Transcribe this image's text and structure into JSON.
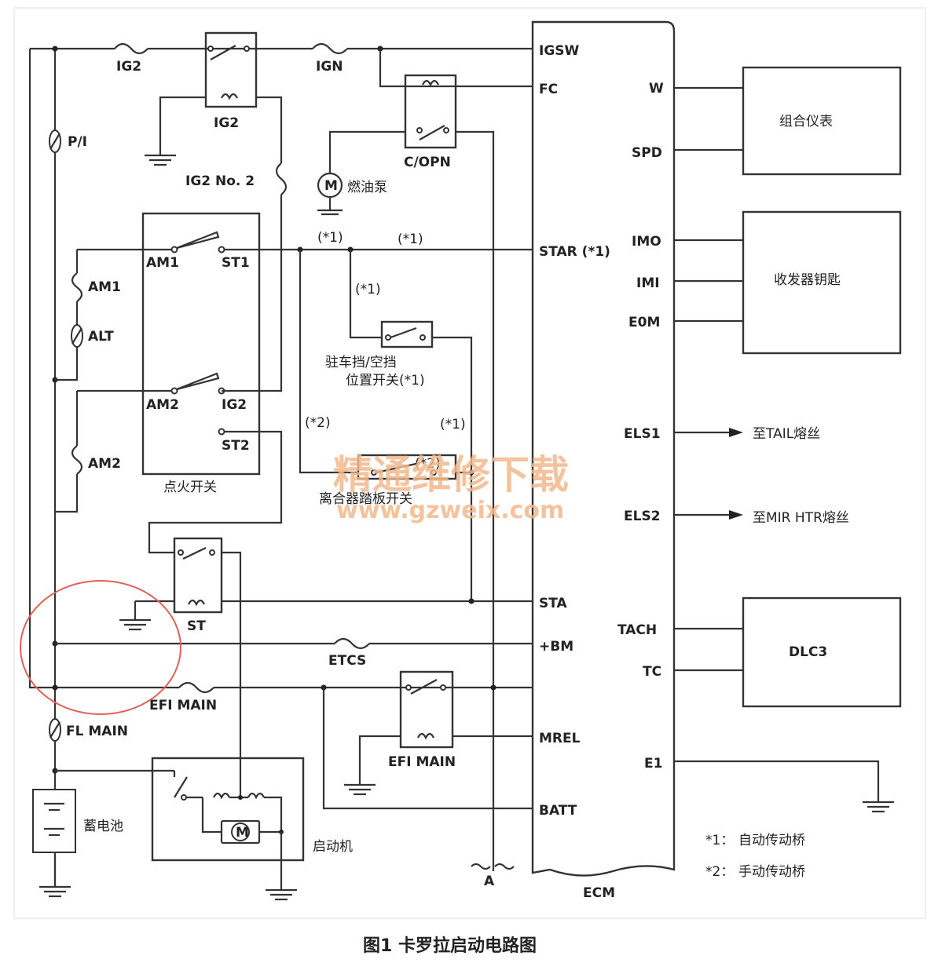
{
  "caption": "图1 卡罗拉启动电路图",
  "watermark": {
    "title": "精通维修下载",
    "url": "www.gzweix.com"
  },
  "ecm": {
    "name": "ECM",
    "left_pins": [
      "IGSW",
      "FC",
      "STAR (*1)",
      "STA",
      "+BM",
      "MREL",
      "BATT"
    ],
    "right_pins": [
      "W",
      "SPD",
      "IMO",
      "IMI",
      "E0M",
      "ELS1",
      "ELS2",
      "TACH",
      "TC",
      "E1"
    ]
  },
  "modules": {
    "cluster": "组合仪表",
    "transponder": "收发器钥匙",
    "dlc": "DLC3",
    "els1_target": "至TAIL熔丝",
    "els2_target": "至MIR HTR熔丝"
  },
  "components": {
    "fuse_ig2": "IG2",
    "fuse_ign": "IGN",
    "relay_ig2": "IG2",
    "relay_copn": "C/OPN",
    "fuel_pump": "燃油泵",
    "fuse_ig2_no2": "IG2 No. 2",
    "fuse_pi": "P/I",
    "fuse_am1": "AM1",
    "fuse_alt": "ALT",
    "fuse_am2": "AM2",
    "ign_am1": "AM1",
    "ign_st1": "ST1",
    "ign_am2": "AM2",
    "ign_ig2": "IG2",
    "ign_st2": "ST2",
    "ignition_switch": "点火开关",
    "park_neutral_1": "驻车挡/空挡",
    "park_neutral_2": "位置开关(*1)",
    "clutch_switch": "离合器踏板开关",
    "relay_st": "ST",
    "fuse_etcs": "ETCS",
    "fuse_efi_main": "EFI MAIN",
    "relay_efi_main": "EFI MAIN",
    "fuse_fl_main": "FL MAIN",
    "battery": "蓄电池",
    "starter": "启动机",
    "motor_symbol": "M",
    "connector_a": "A"
  },
  "markers": {
    "star1a": "(*1)",
    "star1b": "(*1)",
    "star1c": "(*1)",
    "star2": "(*2)",
    "star1d": "(*1)",
    "star2b": "(*2)"
  },
  "notes": {
    "n1_key": "*1：",
    "n1_val": "自动传动桥",
    "n2_key": "*2：",
    "n2_val": "手动传动桥"
  },
  "highlight_color": "#e0605a",
  "watermark_color": "#f3b98c"
}
